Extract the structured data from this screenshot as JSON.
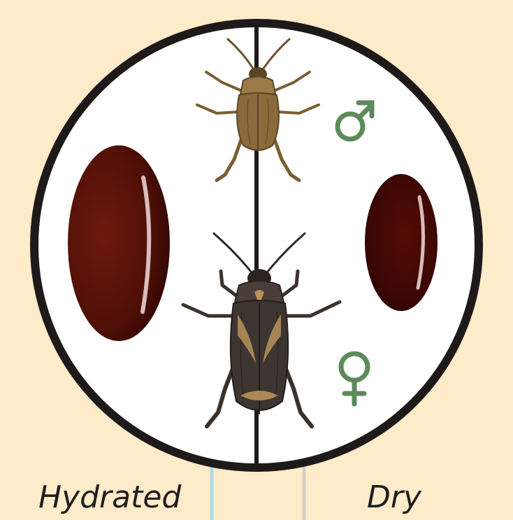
{
  "labels": {
    "hydrated": "Hydrated",
    "dry": "Dry"
  },
  "symbols": {
    "male": "male-symbol",
    "female": "female-symbol"
  },
  "colors": {
    "background": "#fdebc9",
    "dish_outline": "#1e1a1a",
    "seed_hydrated": "#5a1208",
    "seed_dry": "#3d0804",
    "male_beetle": "#8a6a3a",
    "female_beetle": "#3d3530",
    "symbol_green": "#5d8a5a",
    "hydrated_line": "#a8dbe6",
    "dry_line": "#d6cdca"
  }
}
